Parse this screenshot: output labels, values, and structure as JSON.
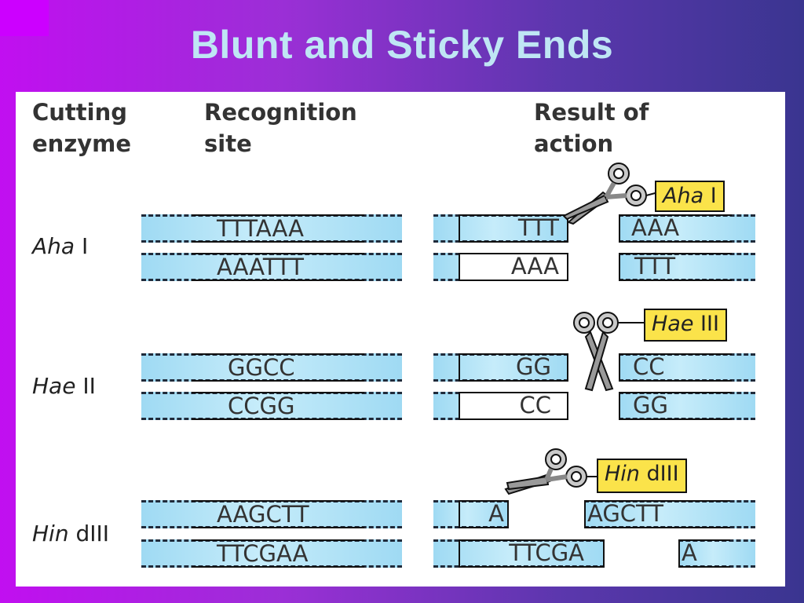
{
  "title": "Blunt and Sticky Ends",
  "headers": {
    "cutting_enzyme": "Cutting\nenzyme",
    "recognition_site": "Recognition\nsite",
    "result": "Result of\naction"
  },
  "enzymes": [
    {
      "name_italic": "Aha",
      "name_roman": " I",
      "site_top": "TTTAAA",
      "site_bottom": "AAATTT",
      "label_italic": "Aha",
      "label_roman": " I",
      "left_top": "TTT",
      "left_bottom": "AAA",
      "right_top": "AAA",
      "right_bottom": "TTT"
    },
    {
      "name_italic": "Hae",
      "name_roman": " II",
      "site_top": "GGCC",
      "site_bottom": "CCGG",
      "label_italic": "Hae",
      "label_roman": " III",
      "left_top": "GG",
      "left_bottom": "CC",
      "right_top": "CC",
      "right_bottom": "GG"
    },
    {
      "name_italic": "Hin",
      "name_roman": " dIII",
      "site_top": "AAGCTT",
      "site_bottom": "TTCGAA",
      "label_italic": "Hin",
      "label_roman": " dIII",
      "left_top": "A",
      "left_bottom": "TTCGA",
      "right_top": "AGCTT",
      "right_bottom": "A"
    }
  ],
  "colors": {
    "strand": "#b4e3f7",
    "label": "#fbe34a",
    "title": "#bfe6f4"
  },
  "icons": [
    "scissors-icon"
  ]
}
